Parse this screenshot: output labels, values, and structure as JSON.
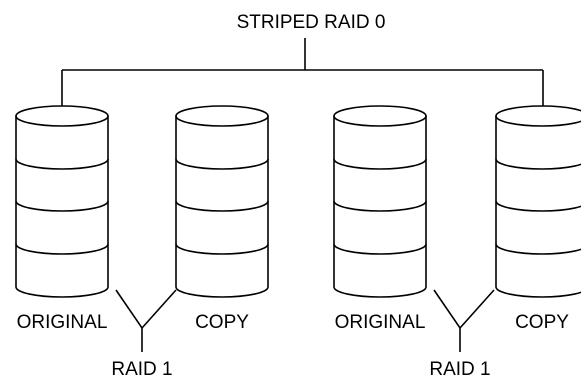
{
  "colors": {
    "stroke": "#000000",
    "background": "#ffffff"
  },
  "top_label": "STRIPED RAID 0",
  "mirrors": [
    {
      "label": "RAID 1",
      "disks": [
        {
          "label": "ORIGINAL"
        },
        {
          "label": "COPY"
        }
      ]
    },
    {
      "label": "RAID 1",
      "disks": [
        {
          "label": "ORIGINAL"
        },
        {
          "label": "COPY"
        }
      ]
    }
  ]
}
